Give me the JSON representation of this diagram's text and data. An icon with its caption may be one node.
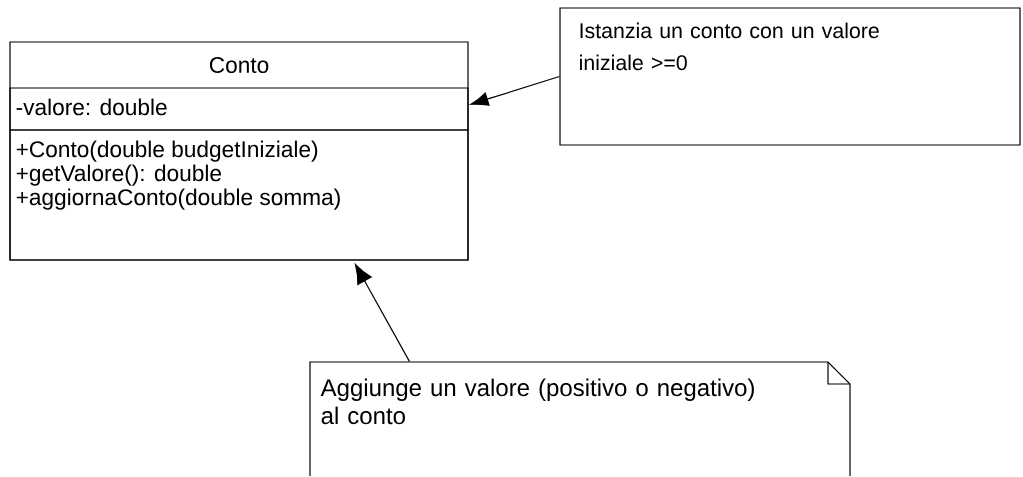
{
  "diagram": {
    "nodes": [
      {
        "text": [
          "Conto"
        ]
      },
      {
        "text": [
          "-valore: double"
        ],
        "in": 0
      },
      {
        "text": [
          "+Conto(double budgetIniziale)",
          "+getValore(): double",
          "+aggiornaConto(double somma)"
        ],
        "in": 0
      },
      {
        "text": [
          "Istanzia un conto con un valore iniziale >=0"
        ]
      },
      {
        "text": [
          "Aggiunge un valore (positivo o negativo) al conto"
        ]
      }
    ],
    "edges": [
      {
        "from": 3,
        "to": 1,
        "arrow": "to"
      },
      {
        "from": 4,
        "to": 2,
        "arrow": "to"
      }
    ]
  }
}
